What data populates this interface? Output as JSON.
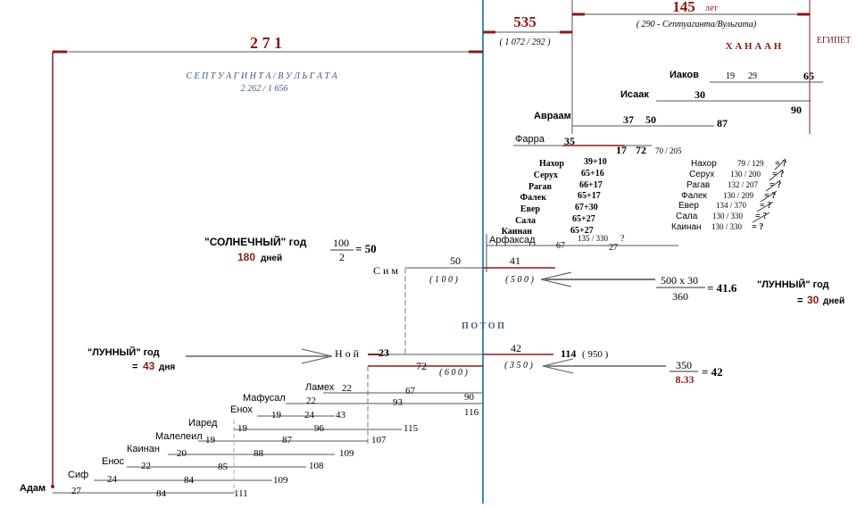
{
  "colors": {
    "vline": "#3a8fb7",
    "red": "#8b1a1a",
    "blue": "#3d5a80",
    "line": "#555555",
    "text": "#111111"
  },
  "top": {
    "n271": "2 7 1",
    "sept_label": "С Е П Т У А Г И Н Т А  /  В У Л Ь Г А Т А",
    "sept_nums": "2 262  /  1 656",
    "n535": "535",
    "n535_sub": "( 1 072  /  292 )",
    "n145": "145",
    "n145_unit": "лет",
    "n145_sub": "( 290  -  Септуагинта/Вульгата)",
    "canaan": "Х А Н А А Н",
    "egypt": "ЕГИПЕТ"
  },
  "patriarchs": {
    "iakov": "Иаков",
    "iakov_19": "19",
    "iakov_29": "29",
    "iakov_65": "65",
    "isaak": "Исаак",
    "isaak_30": "30",
    "isaak_90": "90",
    "avraam": "Авраам",
    "avraam_37": "37",
    "avraam_50": "50",
    "avraam_87": "87",
    "farra": "Фарра",
    "farra_35": "35",
    "farra_17": "17",
    "farra_72": "72",
    "farra_ratio": "70 / 205",
    "left_list": [
      {
        "name": "Нахор",
        "val": "39+10"
      },
      {
        "name": "Серух",
        "val": "65+16"
      },
      {
        "name": "Рагав",
        "val": "66+17"
      },
      {
        "name": "Фалек",
        "val": "65+17"
      },
      {
        "name": "Евер",
        "val": "67+30"
      },
      {
        "name": "Сала",
        "val": "65+27"
      },
      {
        "name": "Каинан",
        "val": "65+27"
      }
    ],
    "right_list": [
      {
        "name": "Нахор",
        "val": "79 / 129",
        "q": "= ?"
      },
      {
        "name": "Серух",
        "val": "130 / 200",
        "q": "= ?"
      },
      {
        "name": "Рагав",
        "val": "132 / 207",
        "q": "= ?"
      },
      {
        "name": "Фалек",
        "val": "130 / 209",
        "q": "= ?"
      },
      {
        "name": "Евер",
        "val": "134 / 370",
        "q": "= ?"
      },
      {
        "name": "Сала",
        "val": "130 / 330",
        "q": "= ?"
      },
      {
        "name": "Каинан",
        "val": "130 / 330",
        "q": "= ?"
      }
    ],
    "arfaksad": "Арфаксад",
    "arf_67": "67",
    "arf_ratio": "135 / 330",
    "arf_27": "27",
    "arf_q": "?"
  },
  "solar": {
    "label": "\"СОЛНЕЧНЫЙ\"  год",
    "days_num": "180",
    "days": "дней",
    "frac_top": "100",
    "frac_bot": "2",
    "result": "= 50"
  },
  "sim": {
    "name": "С и м",
    "n50": "50",
    "n41": "41",
    "n100": "( 1 0 0 )",
    "n500": "( 5 0 0 )"
  },
  "lunar_right": {
    "frac_top": "500 x 30",
    "frac_bot": "360",
    "result": "= 41.6",
    "label": "\"ЛУННЫЙ\" год",
    "eq": "=",
    "days_num": "30",
    "days": "дней"
  },
  "flood": "П О Т О П",
  "noy": {
    "name": "Н о й",
    "n23": "23",
    "n42": "42",
    "n114": "114",
    "n950": "( 950 )",
    "n72": "72",
    "n600": "( 6 0 0 )",
    "n350": "( 3 5 0 )"
  },
  "lunar_left": {
    "label": "\"ЛУННЫЙ\" год",
    "eq": "=",
    "days_num": "43",
    "days": "дня"
  },
  "lunar_frac2": {
    "top": "350",
    "bot": "8.33",
    "result": "= 42"
  },
  "antediluvian": [
    {
      "name": "Ламех",
      "a": "22",
      "b": "67",
      "c": "90"
    },
    {
      "name": "Мафусал",
      "a": "22",
      "b": "93",
      "c": "116"
    },
    {
      "name": "Енох",
      "a": "19",
      "b": "24",
      "c": "43"
    },
    {
      "name": "Иаред",
      "a": "19",
      "b": "96",
      "c": "115"
    },
    {
      "name": "Малелеил",
      "a": "19",
      "b": "87",
      "c": "107"
    },
    {
      "name": "Каинан",
      "a": "20",
      "b": "88",
      "c": "109"
    },
    {
      "name": "Енос",
      "a": "22",
      "b": "85",
      "c": "108"
    },
    {
      "name": "Сиф",
      "a": "24",
      "b": "84",
      "c": "109"
    },
    {
      "name": "Адам",
      "a": "27",
      "b": "84",
      "c": "111"
    }
  ]
}
